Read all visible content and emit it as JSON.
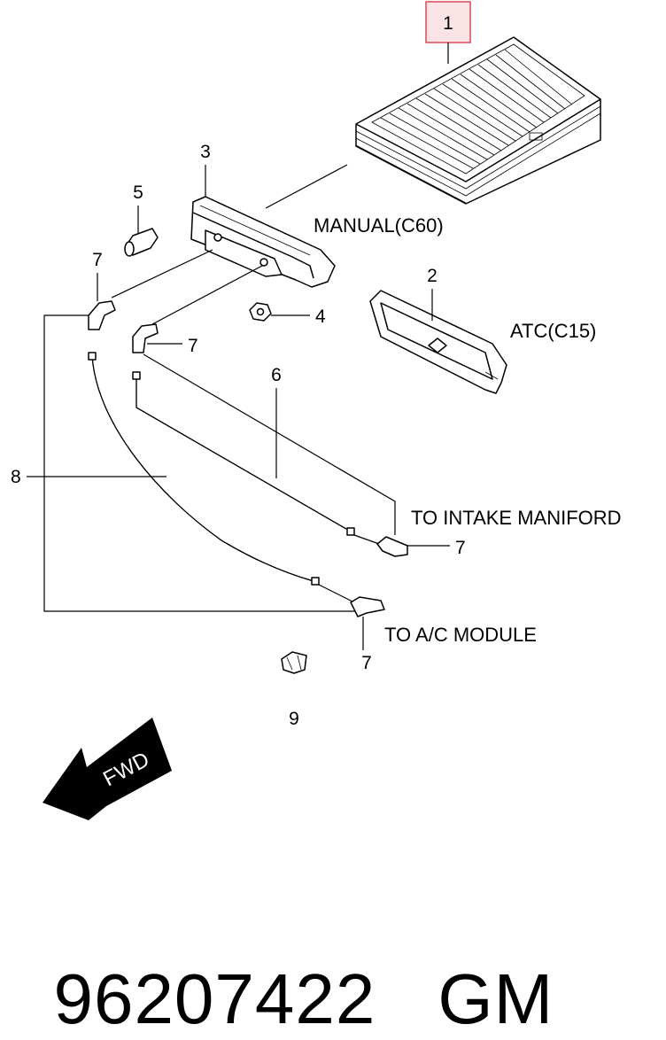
{
  "callouts": {
    "c1": "1",
    "c2": "2",
    "c3": "3",
    "c4": "4",
    "c5": "5",
    "c6": "6",
    "c7a": "7",
    "c7b": "7",
    "c7c": "7",
    "c7d": "7",
    "c8": "8",
    "c9": "9"
  },
  "labels": {
    "manual": "MANUAL(C60)",
    "atc": "ATC(C15)",
    "intake": "TO INTAKE MANIFORD",
    "ac_module": "TO A/C MODULE",
    "fwd": "FWD"
  },
  "footer": {
    "part_number": "96207422",
    "brand": "GM"
  },
  "colors": {
    "highlight_box": "#d94a5a",
    "highlight_fill": "#fbe3e6",
    "ink": "#000000"
  }
}
